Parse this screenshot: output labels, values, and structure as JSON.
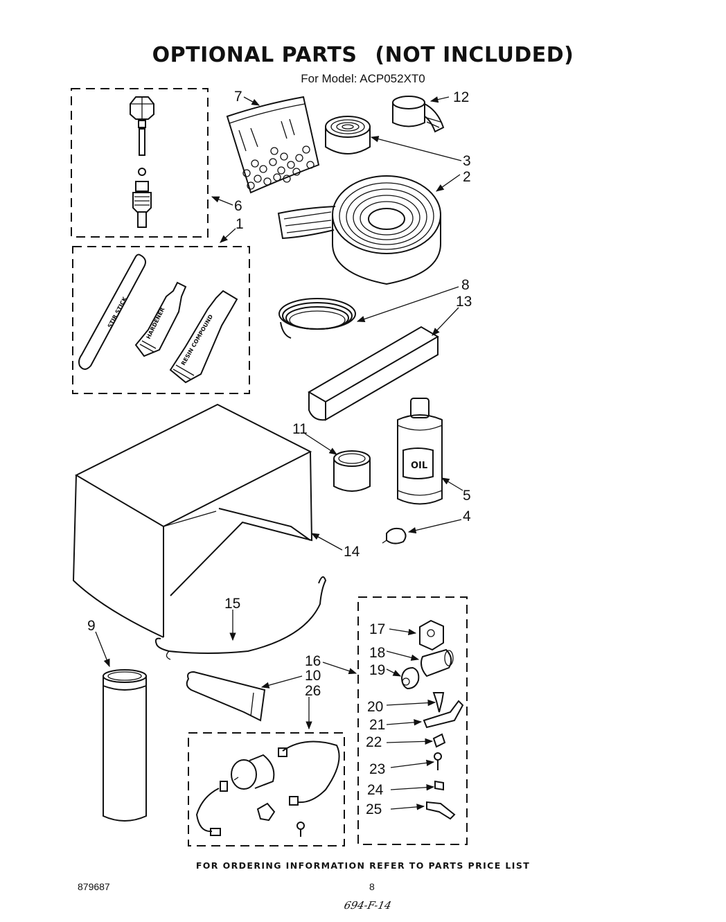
{
  "header": {
    "title_left": "OPTIONAL PARTS",
    "title_right": "(NOT INCLUDED)",
    "model_line": "For Model: ACP052XT0"
  },
  "footer": {
    "ordering_info": "FOR ORDERING INFORMATION REFER TO PARTS PRICE LIST",
    "doc_number": "879687",
    "page_number": "8",
    "handwritten_note": "694-F-14"
  },
  "labels": {
    "stir_stick": "STIR STICK",
    "hardener": "HARDENER",
    "resin_compound": "RESIN COMPOUND",
    "oil": "OIL"
  },
  "callouts": {
    "c1": "1",
    "c2": "2",
    "c3": "3",
    "c4": "4",
    "c5": "5",
    "c6": "6",
    "c7": "7",
    "c8": "8",
    "c9": "9",
    "c10": "10",
    "c11": "11",
    "c12": "12",
    "c13": "13",
    "c14": "14",
    "c15": "15",
    "c16": "16",
    "c17": "17",
    "c18": "18",
    "c19": "19",
    "c20": "20",
    "c21": "21",
    "c22": "22",
    "c23": "23",
    "c24": "24",
    "c25": "25",
    "c26": "26"
  }
}
